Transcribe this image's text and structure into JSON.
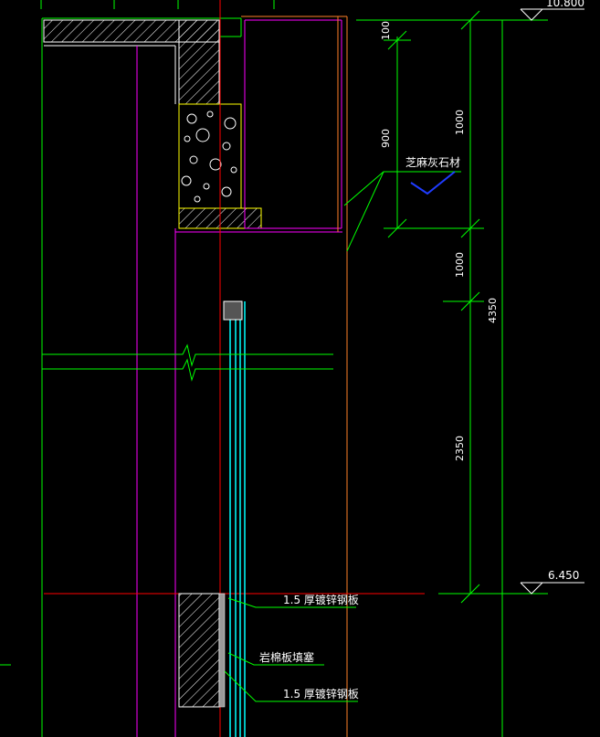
{
  "colors": {
    "background": "#000000",
    "green": "#00ff00",
    "magenta": "#ff00ff",
    "red": "#ff0000",
    "orange": "#ff7f27",
    "cyan": "#00ffff",
    "yellow": "#ffff00",
    "white": "#ffffff",
    "blue": "#1f3cff",
    "gray": "#9a9a9a"
  },
  "dimensions": {
    "d100": "100",
    "d900": "900",
    "d1000_top": "1000",
    "d1000_mid": "1000",
    "d2350": "2350",
    "total": "4350"
  },
  "elevations": {
    "top": "10.800",
    "bottom": "6.450"
  },
  "notes": {
    "stone": "芝麻灰石材",
    "steel_top": "1.5 厚镀锌钢板",
    "rockwool": "岩棉板填塞",
    "steel_bottom": "1.5 厚镀锌钢板"
  }
}
